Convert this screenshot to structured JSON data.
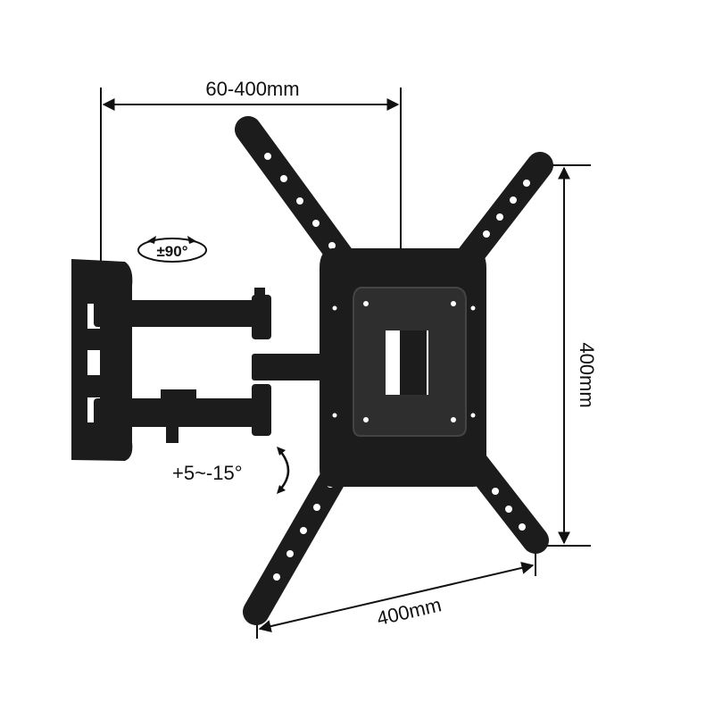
{
  "dimensions": {
    "width_range": "60-400mm",
    "vertical_span": "400mm",
    "horizontal_span": "400mm"
  },
  "rotation": {
    "swivel": "±90°",
    "tilt": "+5~-15°"
  },
  "colors": {
    "mount": "#1c1c1c",
    "mount_highlight": "#3a3a3a",
    "dimension_lines": "#111111"
  }
}
